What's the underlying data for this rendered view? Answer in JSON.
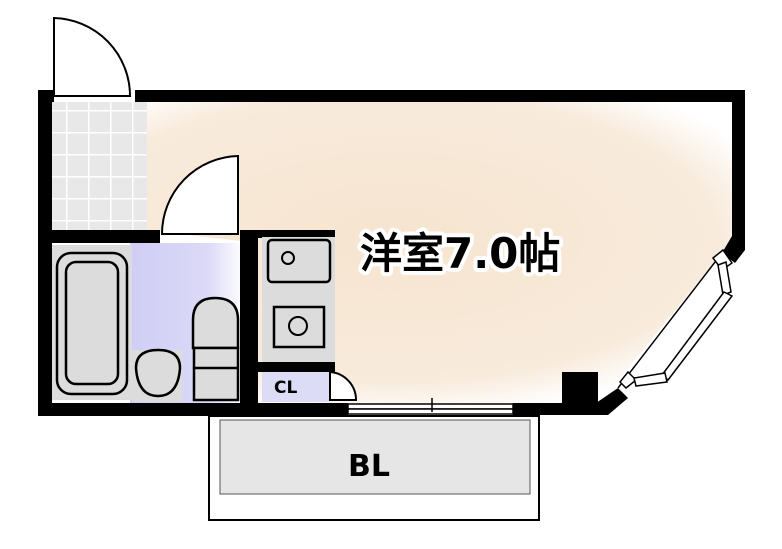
{
  "rooms": {
    "main_room": "洋室7.0帖",
    "closet": "CL",
    "balcony": "BL"
  },
  "colors": {
    "wall": "#000000",
    "room_floor": "#f6e6d2",
    "washroom_floor": "#d8d6f6",
    "fixture": "#dcdcdc",
    "tile": "#e6e6e6"
  }
}
